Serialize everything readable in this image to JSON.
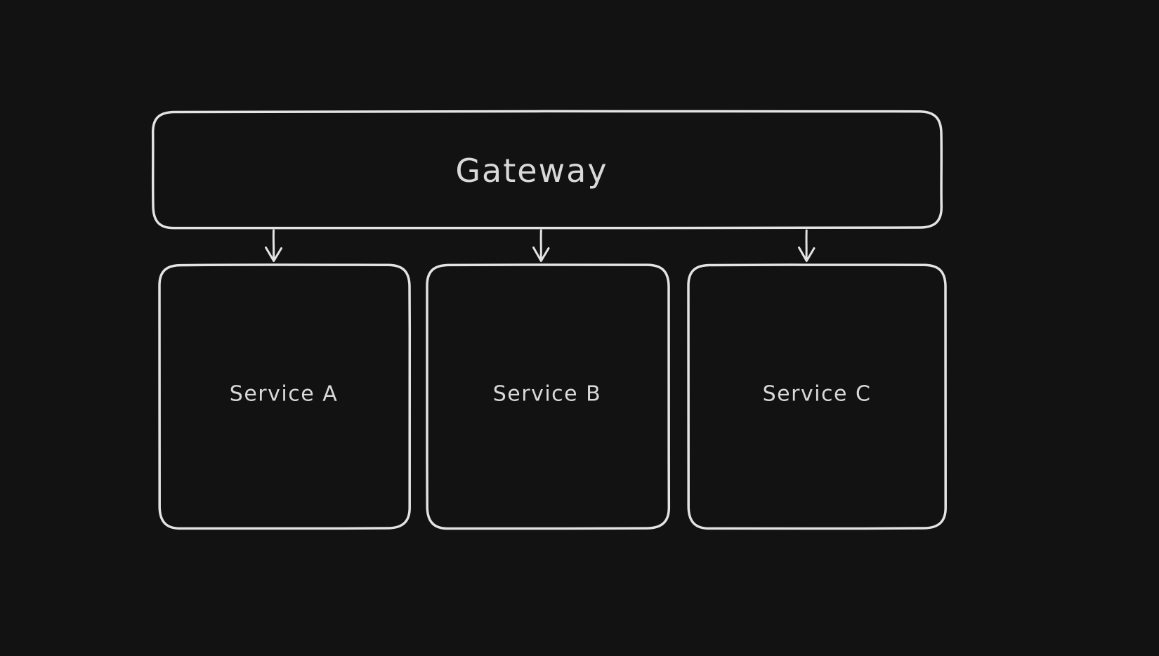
{
  "diagram": {
    "background_color": "#121212",
    "stroke_color": "#e3e3e3",
    "text_color": "#d9d9d9",
    "nodes": [
      {
        "id": "gateway",
        "label": "Gateway"
      },
      {
        "id": "service-a",
        "label": "Service A"
      },
      {
        "id": "service-b",
        "label": "Service B"
      },
      {
        "id": "service-c",
        "label": "Service C"
      }
    ],
    "edges": [
      {
        "from": "gateway",
        "to": "service-a",
        "direction": "down",
        "arrowhead": "arrow"
      },
      {
        "from": "gateway",
        "to": "service-b",
        "direction": "down",
        "arrowhead": "arrow"
      },
      {
        "from": "gateway",
        "to": "service-c",
        "direction": "down",
        "arrowhead": "arrow"
      }
    ]
  }
}
